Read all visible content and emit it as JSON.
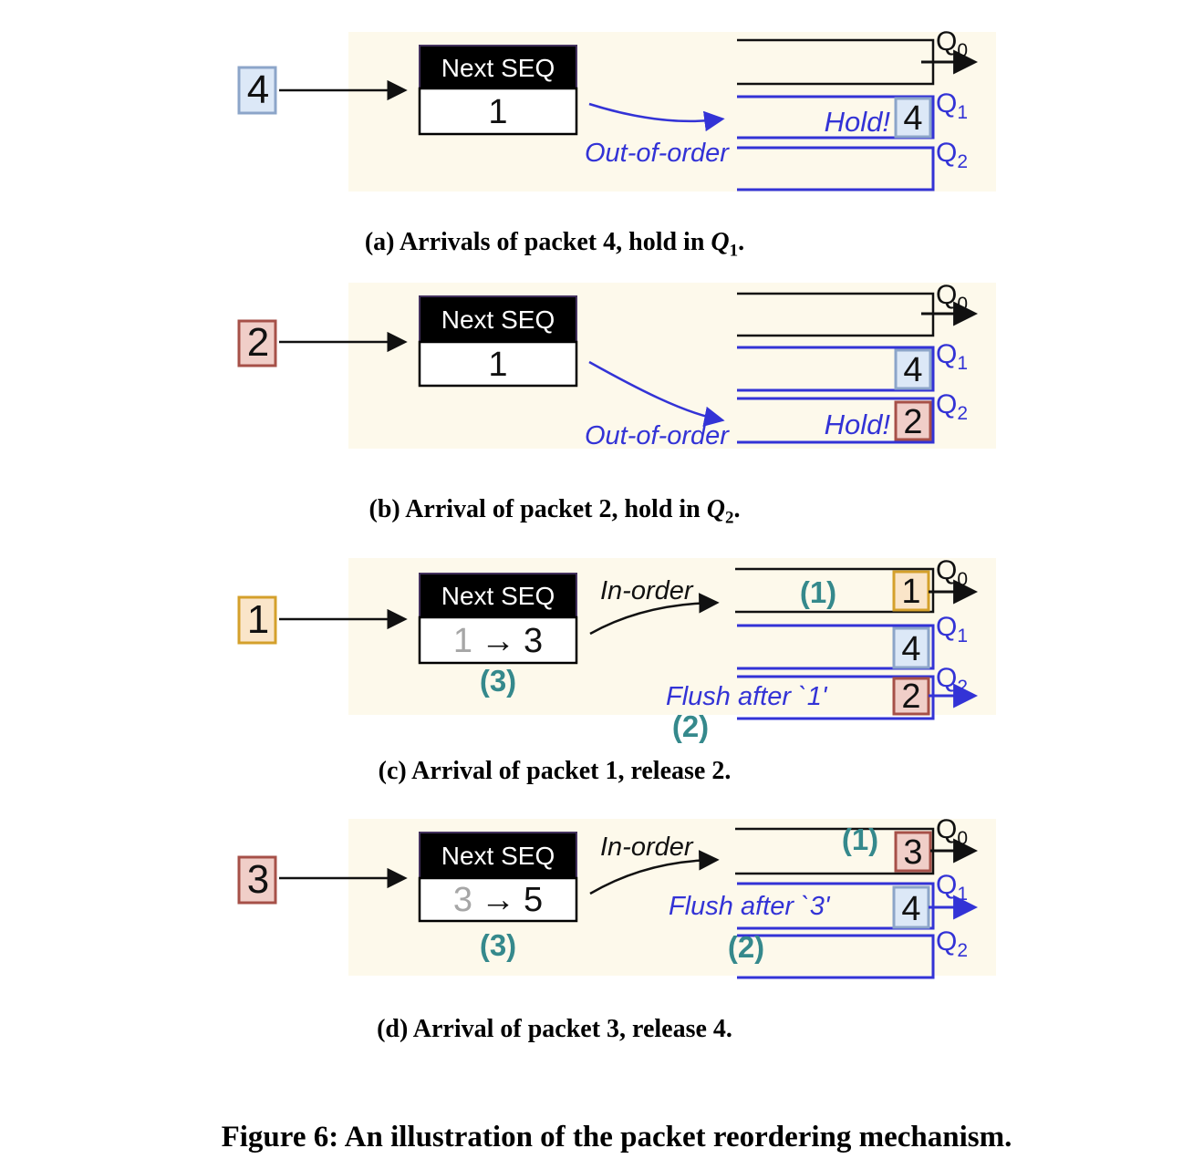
{
  "figure_caption": "Figure 6: An illustration of the packet reordering mechanism.",
  "queue_labels": {
    "q": "Q",
    "subs": [
      "0",
      "1",
      "2"
    ]
  },
  "colors": {
    "panel_bg": "#FDF9EB",
    "blue": "#3333D6",
    "teal": "#35898C",
    "ink": "#111111",
    "gray_old": "#A6A6A6",
    "pkt_blue_fill": "#DCE8F7",
    "pkt_blue_border": "#8CA5C9",
    "pkt_pink_fill": "#F0CEC8",
    "pkt_pink_border": "#A65048",
    "pkt_orange_fill": "#FAE5C9",
    "pkt_orange_border": "#D4A02B"
  },
  "panel_a": {
    "incoming_packet": "4",
    "next_seq_label": "Next SEQ",
    "next_seq_value": "1",
    "route_label": "Out-of-order",
    "hold_label": "Hold!",
    "q1_packet": "4",
    "caption": {
      "prefix": "(a) Arrivals of packet 4, hold in ",
      "q": "Q",
      "sub": "1",
      "suffix": "."
    }
  },
  "panel_b": {
    "incoming_packet": "2",
    "next_seq_label": "Next SEQ",
    "next_seq_value": "1",
    "route_label": "Out-of-order",
    "hold_label": "Hold!",
    "q1_packet": "4",
    "q2_packet": "2",
    "caption": {
      "prefix": "(b) Arrival of packet 2, hold in ",
      "q": "Q",
      "sub": "2",
      "suffix": "."
    }
  },
  "panel_c": {
    "incoming_packet": "1",
    "next_seq_label": "Next SEQ",
    "next_seq_old": "1",
    "next_seq_arrow": "→",
    "next_seq_new": "3",
    "route_label": "In-order",
    "flush_label": "Flush after `1'",
    "q0_packet": "1",
    "q1_packet": "4",
    "q2_packet": "2",
    "step1": "(1)",
    "step2": "(2)",
    "step3": "(3)",
    "caption": {
      "text": "(c) Arrival of packet 1, release 2."
    }
  },
  "panel_d": {
    "incoming_packet": "3",
    "next_seq_label": "Next SEQ",
    "next_seq_old": "3",
    "next_seq_arrow": "→",
    "next_seq_new": "5",
    "route_label": "In-order",
    "flush_label": "Flush after `3'",
    "q0_packet": "3",
    "q1_packet": "4",
    "step1": "(1)",
    "step2": "(2)",
    "step3": "(3)",
    "caption": {
      "text": "(d) Arrival of packet 3, release 4."
    }
  }
}
